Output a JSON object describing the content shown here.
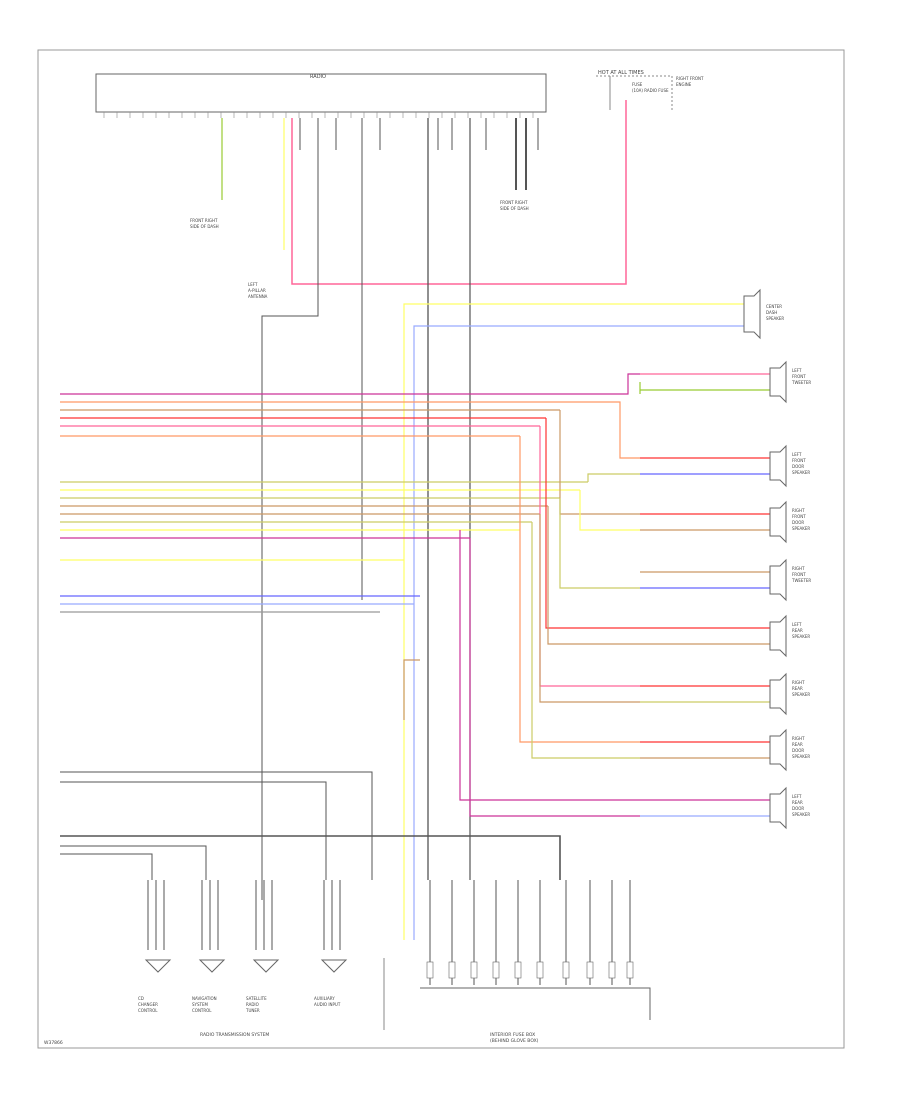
{
  "module": {
    "title": "RADIO"
  },
  "fuse_block": {
    "label": "HOT AT ALL TIMES",
    "notes": [
      "FUSE",
      "(10A) RADIO FUSE",
      "RIGHT FRONT",
      "ENGINE"
    ]
  },
  "grounds": {
    "left_top": [
      "FRONT RIGHT",
      "SIDE OF DASH"
    ],
    "right_top": [
      "FRONT RIGHT",
      "SIDE OF DASH"
    ],
    "antenna": [
      "LEFT",
      "A-PILLAR",
      "ANTENNA"
    ]
  },
  "speakers": [
    {
      "label": [
        "CENTER",
        "DASH",
        "SPEAKER"
      ]
    },
    {
      "label": [
        "LEFT",
        "FRONT",
        "TWEETER"
      ]
    },
    {
      "label": [
        "LEFT",
        "FRONT",
        "DOOR",
        "SPEAKER"
      ]
    },
    {
      "label": [
        "RIGHT",
        "FRONT",
        "DOOR",
        "SPEAKER"
      ]
    },
    {
      "label": [
        "RIGHT",
        "FRONT",
        "TWEETER"
      ]
    },
    {
      "label": [
        "LEFT",
        "REAR",
        "SPEAKER"
      ]
    },
    {
      "label": [
        "RIGHT",
        "REAR",
        "SPEAKER"
      ]
    },
    {
      "label": [
        "RIGHT",
        "REAR",
        "DOOR",
        "SPEAKER"
      ]
    },
    {
      "label": [
        "LEFT",
        "REAR",
        "DOOR",
        "SPEAKER"
      ]
    }
  ],
  "bottom_devices": [
    {
      "label": [
        "CD",
        "CHANGER",
        "CONTROL"
      ]
    },
    {
      "label": [
        "NAVIGATION",
        "SYSTEM",
        "CONTROL"
      ]
    },
    {
      "label": [
        "SATELLITE",
        "RADIO",
        "TUNER"
      ]
    },
    {
      "label": [
        "AUXILIARY",
        "AUDIO INPUT"
      ]
    }
  ],
  "bottom_labels": {
    "left_group": "RADIO TRANSMISSION SYSTEM",
    "right_group": "INTERIOR FUSE BOX",
    "right_group_sub": "(BEHIND GLOVE BOX)",
    "page_ref": "W37866"
  },
  "colors": {
    "pink": "#ff6699",
    "violet": "#cc3399",
    "red": "#ff3333",
    "orange": "#ff9966",
    "yellow": "#ffff66",
    "tan": "#cc9966",
    "olive": "#cccc66",
    "blue": "#6666ff",
    "lightblue": "#99aaff",
    "green": "#99cc33",
    "gray": "#999999",
    "dark": "#555555"
  }
}
